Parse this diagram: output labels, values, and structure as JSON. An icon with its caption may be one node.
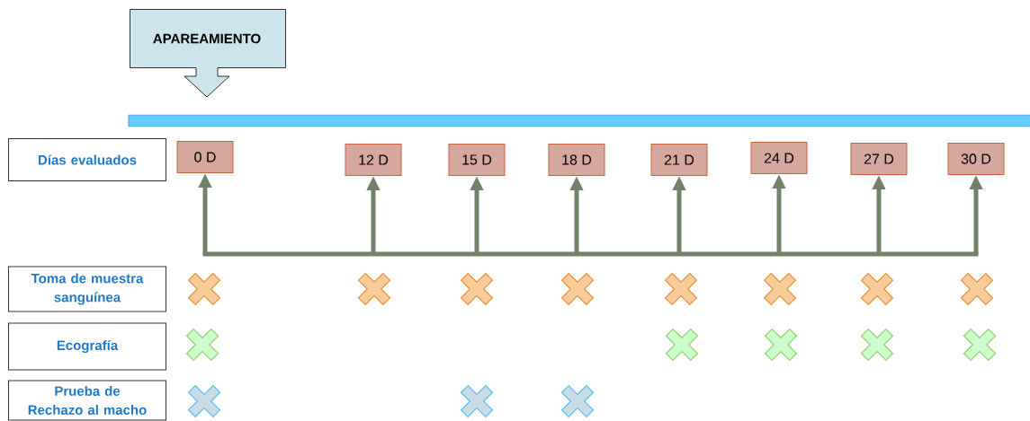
{
  "diagram": {
    "nodes": [
      {
        "text": [
          "APAREAMIENTO"
        ]
      },
      {
        "text": [
          "Días evaluados"
        ]
      },
      {
        "text": [
          "0 D"
        ]
      },
      {
        "text": [
          "12 D"
        ]
      },
      {
        "text": [
          "15 D"
        ]
      },
      {
        "text": [
          "18 D"
        ]
      },
      {
        "text": [
          "21 D"
        ]
      },
      {
        "text": [
          "24 D"
        ]
      },
      {
        "text": [
          "27 D"
        ]
      },
      {
        "text": [
          "30 D"
        ]
      },
      {
        "text": [
          "Toma de muestra sanguínea"
        ]
      },
      {
        "text": [],
        "shape": "cross"
      },
      {
        "text": [],
        "shape": "cross"
      },
      {
        "text": [],
        "shape": "cross"
      },
      {
        "text": [],
        "shape": "cross"
      },
      {
        "text": [],
        "shape": "cross"
      },
      {
        "text": [],
        "shape": "cross"
      },
      {
        "text": [],
        "shape": "cross"
      },
      {
        "text": [],
        "shape": "cross"
      },
      {
        "text": [
          "Ecografía"
        ]
      },
      {
        "text": [],
        "shape": "cross"
      },
      {
        "text": [],
        "shape": "cross"
      },
      {
        "text": [],
        "shape": "cross"
      },
      {
        "text": [],
        "shape": "cross"
      },
      {
        "text": [],
        "shape": "cross"
      },
      {
        "text": [
          "Prueba de Rechazo al macho"
        ]
      },
      {
        "text": [],
        "shape": "cross"
      },
      {
        "text": [],
        "shape": "cross"
      },
      {
        "text": [],
        "shape": "cross"
      }
    ],
    "edges": [
      {
        "from": null,
        "to": 2,
        "arrow": "to"
      },
      {
        "from": null,
        "to": 3,
        "arrow": "to"
      },
      {
        "from": null,
        "to": 4,
        "arrow": "to"
      },
      {
        "from": null,
        "to": 5,
        "arrow": "to"
      },
      {
        "from": null,
        "to": 6,
        "arrow": "to"
      },
      {
        "from": null,
        "to": 7,
        "arrow": "to"
      },
      {
        "from": null,
        "to": 8,
        "arrow": "to"
      },
      {
        "from": null,
        "to": 9,
        "arrow": "to"
      }
    ]
  }
}
